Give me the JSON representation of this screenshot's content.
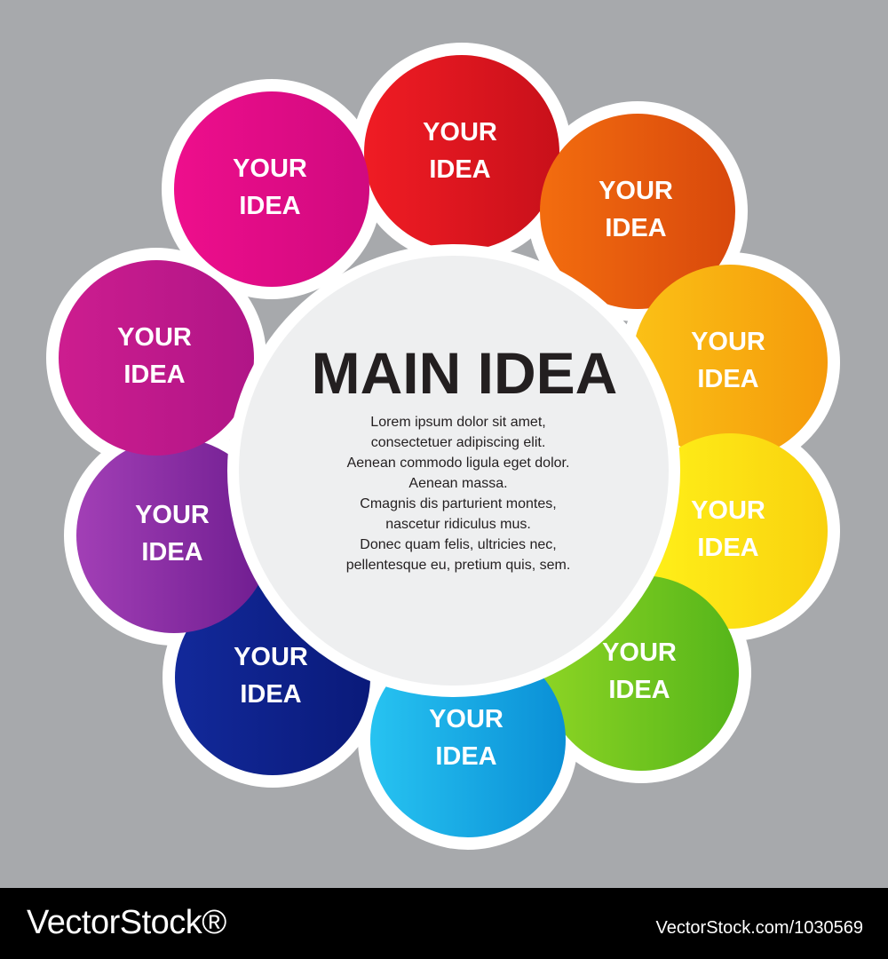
{
  "diagram": {
    "center": {
      "title": "MAIN IDEA",
      "body_lines": [
        "Lorem ipsum dolor sit amet,",
        "consectetuer adipiscing elit.",
        "Aenean commodo ligula eget dolor.",
        "Aenean massa.",
        "Cmagnis dis parturient montes,",
        "nascetur ridiculus mus.",
        "Donec quam felis, ultricies nec,",
        "pellentesque eu, pretium quis, sem."
      ]
    },
    "petals": [
      {
        "line1": "YOUR",
        "line2": "IDEA",
        "color_light": "#f01c24",
        "color_dark": "#c8101a"
      },
      {
        "line1": "YOUR",
        "line2": "IDEA",
        "color_light": "#f36d0f",
        "color_dark": "#d8480c"
      },
      {
        "line1": "YOUR",
        "line2": "IDEA",
        "color_light": "#fbc116",
        "color_dark": "#f59a0b"
      },
      {
        "line1": "YOUR",
        "line2": "IDEA",
        "color_light": "#fff21a",
        "color_dark": "#f9d10e"
      },
      {
        "line1": "YOUR",
        "line2": "IDEA",
        "color_light": "#8cd424",
        "color_dark": "#55b51a"
      },
      {
        "line1": "YOUR",
        "line2": "IDEA",
        "color_light": "#27c3f1",
        "color_dark": "#0a8fd6"
      },
      {
        "line1": "YOUR",
        "line2": "IDEA",
        "color_light": "#12299a",
        "color_dark": "#0a1a7a"
      },
      {
        "line1": "YOUR",
        "line2": "IDEA",
        "color_light": "#a23fb6",
        "color_dark": "#6e1c8f"
      },
      {
        "line1": "YOUR",
        "line2": "IDEA",
        "color_light": "#cd1d8f",
        "color_dark": "#b01587"
      },
      {
        "line1": "YOUR",
        "line2": "IDEA",
        "color_light": "#ee0e8c",
        "color_dark": "#d00a7f"
      }
    ]
  },
  "footer": {
    "brand": "VectorStock®",
    "image_id": "VectorStock.com/1030569"
  },
  "colors": {
    "background": "#a7a9ac",
    "center_fill": "#eeeff0",
    "outline": "#ffffff",
    "text_dark": "#231f20"
  }
}
